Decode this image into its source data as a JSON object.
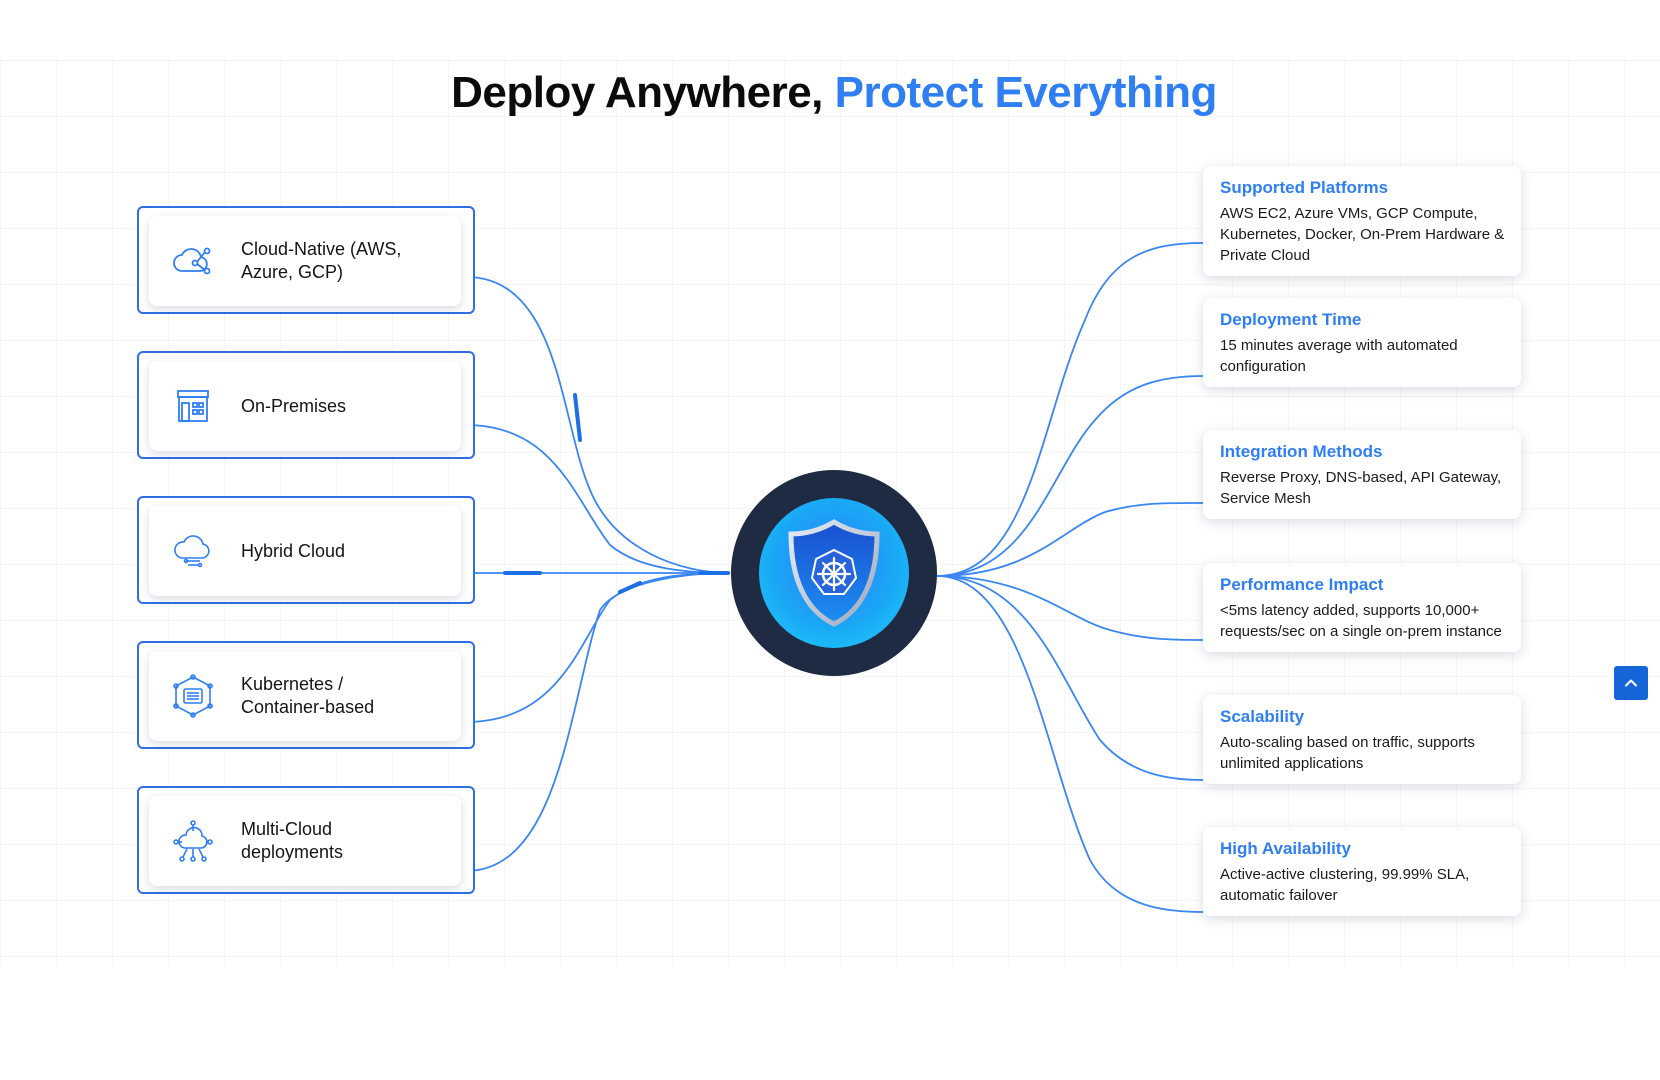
{
  "heading": {
    "main": "Deploy Anywhere,",
    "accent": "Protect Everything"
  },
  "colors": {
    "accent": "#2f7ff2",
    "card_border": "#2f6fe6",
    "hub_dark": "#1e2b42",
    "hub_light": "#20d4fb",
    "connector": "#2f7ff2"
  },
  "deployment_options": [
    {
      "label": "Cloud-Native (AWS, Azure, GCP)",
      "icon": "cloud-share-icon"
    },
    {
      "label": "On-Premises",
      "icon": "building-icon"
    },
    {
      "label": "Hybrid Cloud",
      "icon": "hybrid-cloud-icon"
    },
    {
      "label": "Kubernetes / Container-based",
      "icon": "kubernetes-cluster-icon"
    },
    {
      "label": "Multi-Cloud deployments",
      "icon": "multi-cloud-network-icon"
    }
  ],
  "hub": {
    "icon": "kubernetes-shield-icon"
  },
  "features": [
    {
      "title": "Supported Platforms",
      "body": "AWS EC2, Azure VMs, GCP Compute, Kubernetes, Docker, On-Prem Hardware & Private Cloud"
    },
    {
      "title": "Deployment Time",
      "body": "15 minutes average with automated configuration"
    },
    {
      "title": "Integration Methods",
      "body": "Reverse Proxy, DNS-based, API Gateway, Service Mesh"
    },
    {
      "title": "Performance Impact",
      "body": "<5ms latency added, supports 10,000+ requests/sec on a single on-prem instance"
    },
    {
      "title": "Scalability",
      "body": "Auto-scaling based on traffic, supports unlimited applications"
    },
    {
      "title": "High Availability",
      "body": "Active-active clustering, 99.99% SLA, automatic failover"
    }
  ],
  "back_to_top": {
    "icon": "chevron-up-icon"
  }
}
